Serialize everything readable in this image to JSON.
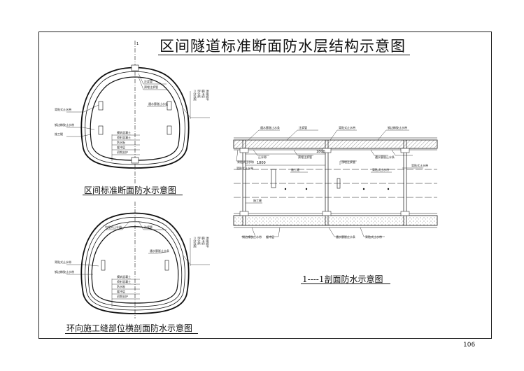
{
  "title": "区间隧道标准断面防水层结构示意图",
  "captions": {
    "standard_section": "区间标准断面防水示意图",
    "joint_section": "环向施工缝部位横剖面防水示意图",
    "longitudinal_section": "1----1剖面防水示意图"
  },
  "section_mark": "1",
  "page_number": "106",
  "dimension_labels": [
    "1800",
    "1800"
  ],
  "labels": {
    "grout_pipe": "注浆管",
    "waterstop": "止水带",
    "waterproof_board": "防水板",
    "buffer_layer": "缓冲层",
    "back_waterstop": "背贴式止水带",
    "steel_waterstop": "钢边橡胶止水带",
    "secondary_lining": "二次衬砌",
    "primary_support": "初期支护",
    "water_swelling": "遇水膨胀止水条",
    "construction_joint": "施工缝",
    "embedded_grout_pipe": "预埋注浆管",
    "middle_buried_waterstop": "中埋式止水带",
    "mould_concrete": "模筑混凝土",
    "shotcrete": "喷射混凝土",
    "anchor": "系统锚杆"
  },
  "colors": {
    "ink": "#111111",
    "hatch": "#555555",
    "frame": "#222222"
  }
}
